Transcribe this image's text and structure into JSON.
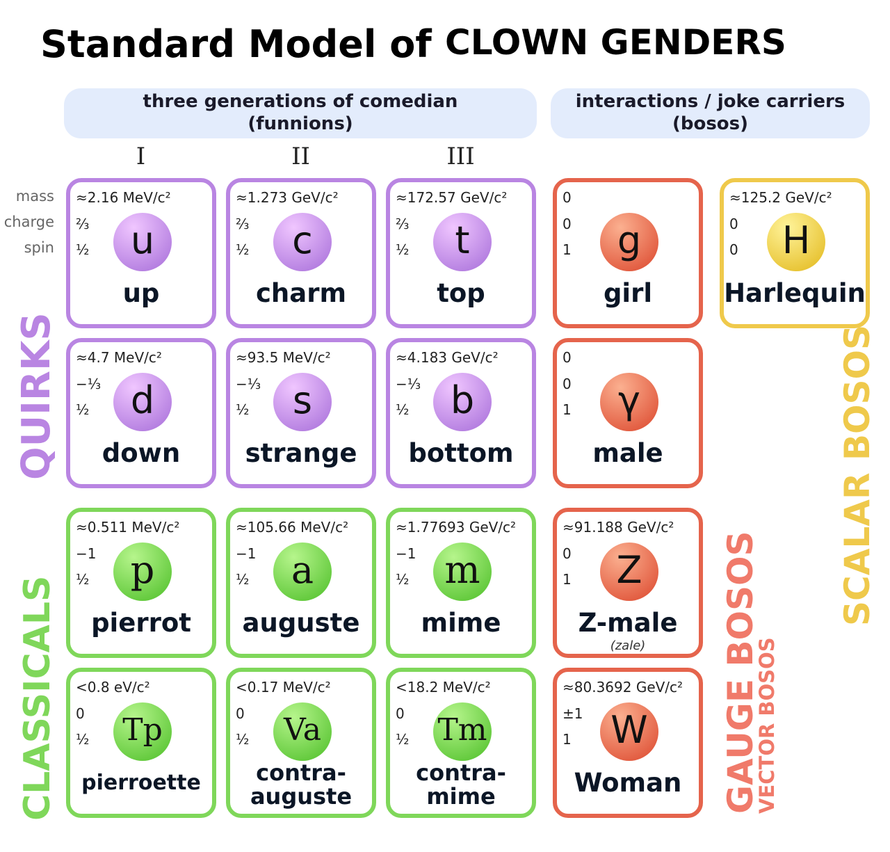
{
  "title": {
    "part1": "Standard Model of",
    "part2": "CLOWN GENDERS"
  },
  "headers": {
    "fermions_line1": "three generations of comedian",
    "fermions_line2": "(funnions)",
    "bosons_line1": "interactions / joke carriers",
    "bosons_line2": "(bosos)"
  },
  "generations": [
    "I",
    "II",
    "III"
  ],
  "row_labels": {
    "mass": "mass",
    "charge": "charge",
    "spin": "spin"
  },
  "groups": {
    "quirks": "QUIRKS",
    "classicals": "CLASSICALS",
    "gauge": "GAUGE BOSOS",
    "vector": "VECTOR BOSOS",
    "scalar": "SCALAR BOSOS"
  },
  "colors": {
    "quirk": "#b985e2",
    "classical": "#7fd75a",
    "gauge": "#e5644c",
    "scalar": "#efc94b",
    "header_bg": "#e3ecfc"
  },
  "particles": [
    {
      "id": "up",
      "type": "q",
      "col": 0,
      "row": 0,
      "mass": "≈2.16 MeV/c²",
      "charge": "⅔",
      "spin": "½",
      "symbol": "u",
      "name": "up"
    },
    {
      "id": "charm",
      "type": "q",
      "col": 1,
      "row": 0,
      "mass": "≈1.273 GeV/c²",
      "charge": "⅔",
      "spin": "½",
      "symbol": "c",
      "name": "charm"
    },
    {
      "id": "top",
      "type": "q",
      "col": 2,
      "row": 0,
      "mass": "≈172.57 GeV/c²",
      "charge": "⅔",
      "spin": "½",
      "symbol": "t",
      "name": "top"
    },
    {
      "id": "girl",
      "type": "g",
      "col": 3,
      "row": 0,
      "mass": "0",
      "charge": "0",
      "spin": "1",
      "symbol": "g",
      "name": "girl"
    },
    {
      "id": "harlequin",
      "type": "h",
      "col": 4,
      "row": 0,
      "mass": "≈125.2 GeV/c²",
      "charge": "0",
      "spin": "0",
      "symbol": "H",
      "name": "Harlequin"
    },
    {
      "id": "down",
      "type": "q",
      "col": 0,
      "row": 1,
      "mass": "≈4.7 MeV/c²",
      "charge": "−⅓",
      "spin": "½",
      "symbol": "d",
      "name": "down"
    },
    {
      "id": "strange",
      "type": "q",
      "col": 1,
      "row": 1,
      "mass": "≈93.5 MeV/c²",
      "charge": "−⅓",
      "spin": "½",
      "symbol": "s",
      "name": "strange"
    },
    {
      "id": "bottom",
      "type": "q",
      "col": 2,
      "row": 1,
      "mass": "≈4.183 GeV/c²",
      "charge": "−⅓",
      "spin": "½",
      "symbol": "b",
      "name": "bottom"
    },
    {
      "id": "male",
      "type": "g",
      "col": 3,
      "row": 1,
      "mass": "0",
      "charge": "0",
      "spin": "1",
      "symbol": "γ",
      "name": "male"
    },
    {
      "id": "pierrot",
      "type": "l",
      "col": 0,
      "row": 2,
      "mass": "≈0.511 MeV/c²",
      "charge": "−1",
      "spin": "½",
      "symbol": "p",
      "name": "pierrot"
    },
    {
      "id": "auguste",
      "type": "l",
      "col": 1,
      "row": 2,
      "mass": "≈105.66 MeV/c²",
      "charge": "−1",
      "spin": "½",
      "symbol": "a",
      "name": "auguste"
    },
    {
      "id": "mime",
      "type": "l",
      "col": 2,
      "row": 2,
      "mass": "≈1.77693 GeV/c²",
      "charge": "−1",
      "spin": "½",
      "symbol": "m",
      "name": "mime"
    },
    {
      "id": "zmale",
      "type": "g",
      "col": 3,
      "row": 2,
      "mass": "≈91.188 GeV/c²",
      "charge": "0",
      "spin": "1",
      "symbol": "Z",
      "name": "Z-male",
      "sub": "(zale)"
    },
    {
      "id": "pierroette",
      "type": "l",
      "col": 0,
      "row": 3,
      "mass": "<0.8 eV/c²",
      "charge": "0",
      "spin": "½",
      "symbol": "Tp",
      "name": "pierroette"
    },
    {
      "id": "contra-auguste",
      "type": "l",
      "col": 1,
      "row": 3,
      "mass": "<0.17 MeV/c²",
      "charge": "0",
      "spin": "½",
      "symbol": "Va",
      "name": "contra-auguste"
    },
    {
      "id": "contra-mime",
      "type": "l",
      "col": 2,
      "row": 3,
      "mass": "<18.2 MeV/c²",
      "charge": "0",
      "spin": "½",
      "symbol": "Tm",
      "name": "contra-mime"
    },
    {
      "id": "woman",
      "type": "g",
      "col": 3,
      "row": 3,
      "mass": "≈80.3692 GeV/c²",
      "charge": "±1",
      "spin": "1",
      "symbol": "W",
      "name": "Woman"
    }
  ]
}
